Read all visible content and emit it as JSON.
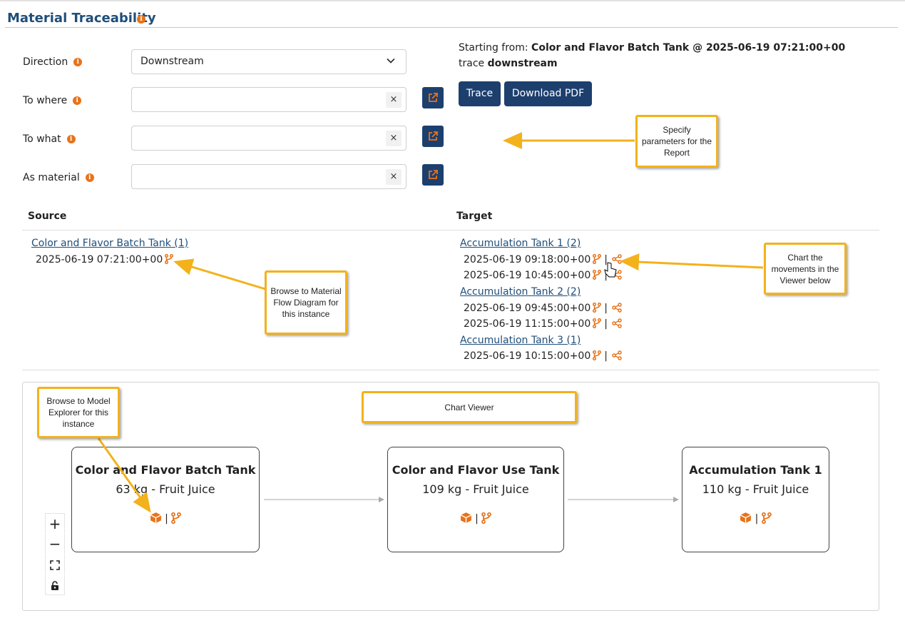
{
  "page": {
    "title": "Material Traceability"
  },
  "form": {
    "direction": {
      "label": "Direction",
      "value": "Downstream"
    },
    "to_where": {
      "label": "To where",
      "value": ""
    },
    "to_what": {
      "label": "To what",
      "value": ""
    },
    "as_material": {
      "label": "As material",
      "value": ""
    },
    "clear_glyph": "×"
  },
  "summary": {
    "prefix": "Starting from: ",
    "subject": "Color and Flavor Batch Tank @ 2025-06-19 07:21:00+00",
    "middle": " trace ",
    "direction": "downstream"
  },
  "actions": {
    "trace_label": "Trace",
    "pdf_label": "Download PDF"
  },
  "results": {
    "source_header": "Source",
    "target_header": "Target",
    "source": {
      "link": "Color and Flavor Batch Tank (1)",
      "timestamps": [
        "2025-06-19 07:21:00+00"
      ]
    },
    "targets": [
      {
        "link": "Accumulation Tank 1 (2)",
        "timestamps": [
          "2025-06-19 09:18:00+00",
          "2025-06-19 10:45:00+00"
        ]
      },
      {
        "link": "Accumulation Tank 2 (2)",
        "timestamps": [
          "2025-06-19 09:45:00+00",
          "2025-06-19 11:15:00+00"
        ]
      },
      {
        "link": "Accumulation Tank 3 (1)",
        "timestamps": [
          "2025-06-19 10:15:00+00"
        ]
      }
    ],
    "separator": "|"
  },
  "callouts": {
    "specify": "Specify parameters for the Report",
    "browse_flow": "Browse to Material Flow Diagram for this instance",
    "chart_movements": "Chart the movements in the Viewer below",
    "browse_model": "Browse to Model Explorer for this instance",
    "chart_viewer": "Chart Viewer"
  },
  "viewer": {
    "nodes": [
      {
        "title": "Color and Flavor Batch Tank",
        "subtitle": "63 kg - Fruit Juice"
      },
      {
        "title": "Color and Flavor Use Tank",
        "subtitle": "109 kg - Fruit Juice"
      },
      {
        "title": "Accumulation Tank 1",
        "subtitle": "110 kg - Fruit Juice"
      }
    ],
    "controls": {
      "zoom_in": "+",
      "zoom_out": "−"
    }
  },
  "icons": {
    "info": "info-icon",
    "chevron": "chevron-down-icon",
    "external": "external-link-icon",
    "branch": "branch-icon",
    "share": "share-icon",
    "cube": "cube-icon",
    "fit": "fit-view-icon",
    "lock": "lock-icon"
  },
  "colors": {
    "accent": "#e8731a",
    "button": "#1d3f6e",
    "title": "#1f4e79",
    "callout_border": "#f3b21b"
  }
}
